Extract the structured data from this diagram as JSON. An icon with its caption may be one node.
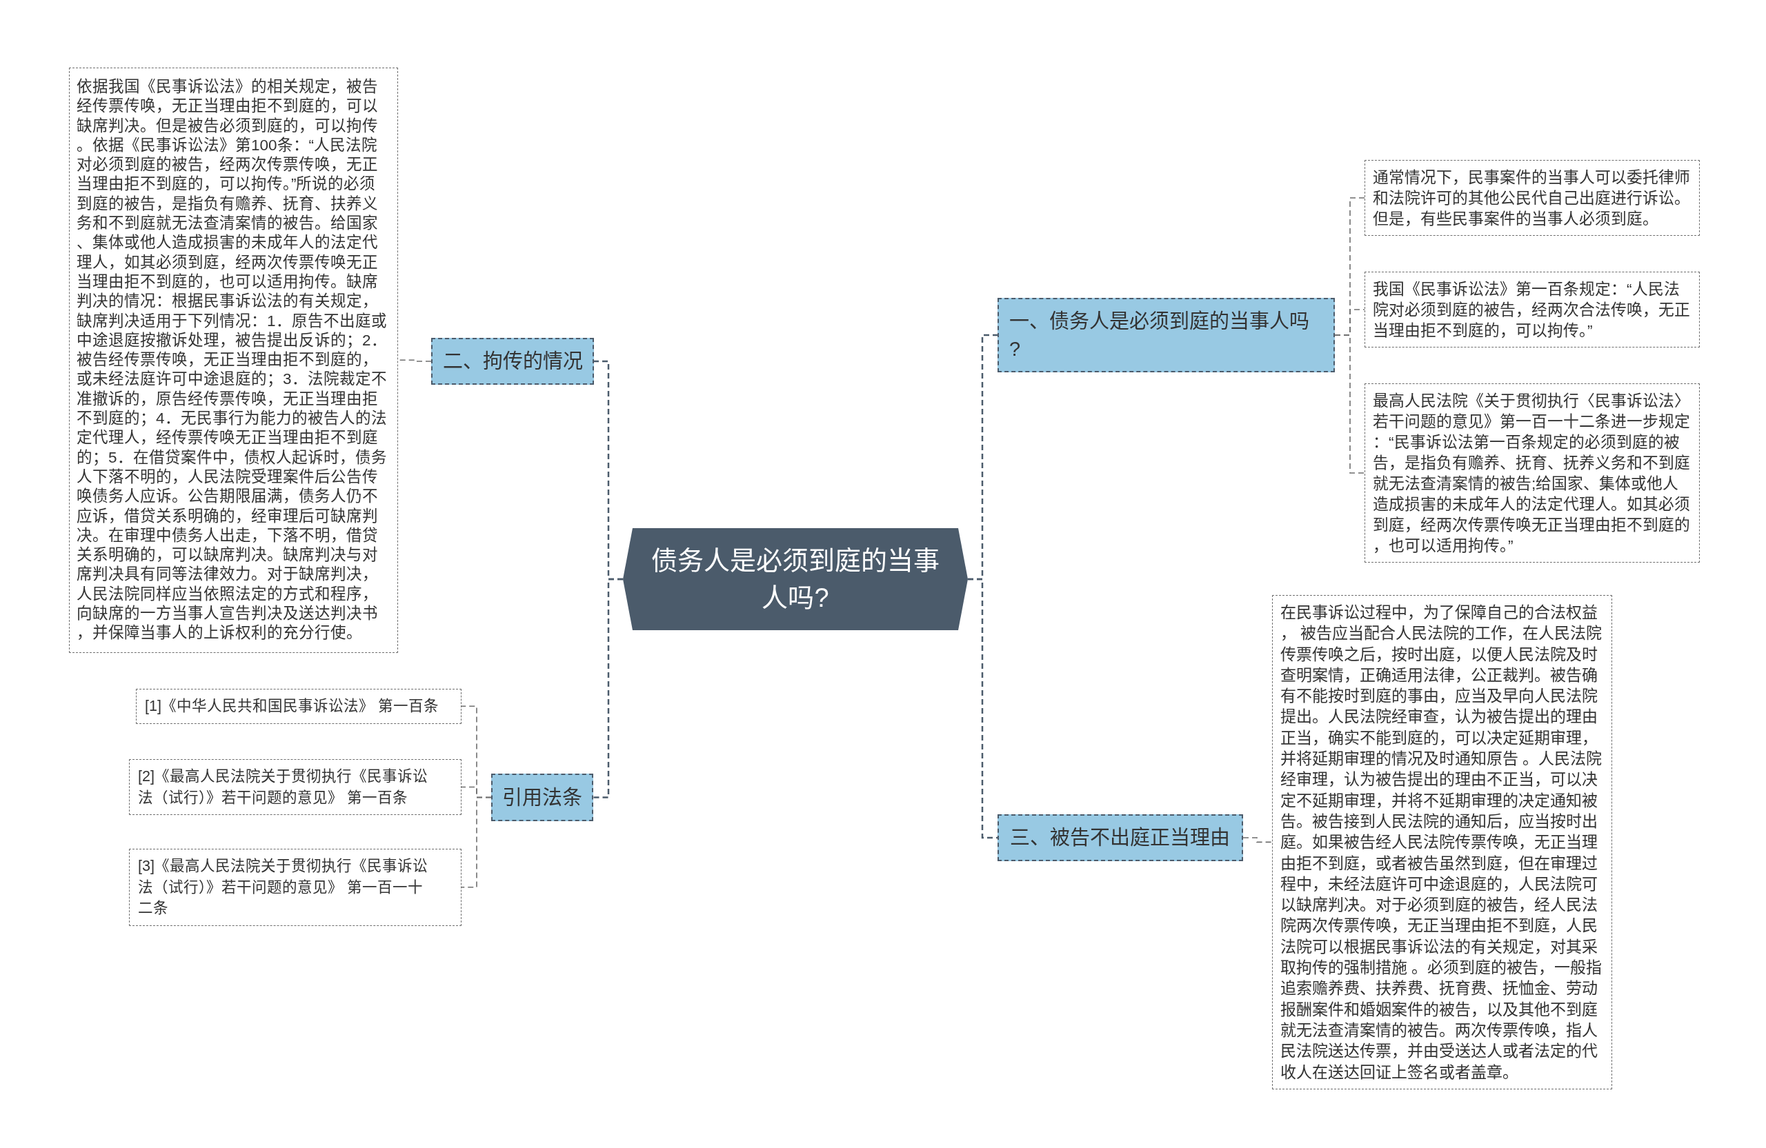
{
  "diagram": {
    "nodes": [
      {
        "text": [
          "债务人是必须到庭的当事人吗?"
        ]
      },
      {
        "text": [
          "二、拘传的情况"
        ]
      },
      {
        "text": [
          "依据我国《民事诉讼法》的相关规定，被告经传票传唤，无正当理由拒不到庭的，可以缺席判决。但是被告必须到庭的，可以拘传。依据《民事诉讼法》第100条：“人民法院对必须到庭的被告，经两次传票传唤，无正当理由拒不到庭的，可以拘传。”所说的必须到庭的被告，是指负有赡养、抚育、扶养义务和不到庭就无法查清案情的被告。给国家、集体或他人造成损害的未成年人的法定代理人，如其必须到庭，经两次传票传唤无正当理由拒不到庭的，也可以适用拘传。缺席判决的情况：根据民事诉讼法的有关规定，缺席判决适用于下列情况：1．原告不出庭或中途退庭按撤诉处理，被告提出反诉的；2．被告经传票传唤，无正当理由拒不到庭的，或未经法庭许可中途退庭的；3．法院裁定不准撤诉的，原告经传票传唤，无正当理由拒不到庭的；4．无民事行为能力的被告人的法定代理人，经传票传唤无正当理由拒不到庭的；5．在借贷案件中，债权人起诉时，债务人下落不明的，人民法院受理案件后公告传唤债务人应诉。公告期限届满，债务人仍不应诉，借贷关系明确的，经审理后可缺席判决。在审理中债务人出走，下落不明，借贷关系明确的，可以缺席判决。缺席判决与对席判决具有同等法律效力。对于缺席判决，人民法院同样应当依照法定的方式和程序，向缺席的一方当事人宣告判决及送达判决书，并保障当事人的上诉权利的充分行使。"
        ]
      },
      {
        "text": [
          "引用法条"
        ]
      },
      {
        "text": [
          "[1]《中华人民共和国民事诉讼法》 第一百条"
        ]
      },
      {
        "text": [
          "[2]《最高人民法院关于贯彻执行《民事诉讼法（试行）》若干问题的意见》 第一百条"
        ]
      },
      {
        "text": [
          "[3]《最高人民法院关于贯彻执行《民事诉讼法（试行）》若干问题的意见》 第一百一十二条"
        ]
      },
      {
        "text": [
          "一、债务人是必须到庭的当事人吗?"
        ]
      },
      {
        "text": [
          "通常情况下，民事案件的当事人可以委托律师和法院许可的其他公民代自己出庭进行诉讼。但是，有些民事案件的当事人必须到庭。"
        ]
      },
      {
        "text": [
          "我国《民事诉讼法》第一百条规定：“人民法院对必须到庭的被告，经两次合法传唤，无正当理由拒不到庭的，可以拘传。”"
        ]
      },
      {
        "text": [
          "最高人民法院《关于贯彻执行〈民事诉讼法〉若干问题的意见》第一百一十二条进一步规定：“民事诉讼法第一百条规定的必须到庭的被告，是指负有赡养、抚育、抚养义务和不到庭就无法查清案情的被告;给国家、集体或他人造成损害的未成年人的法定代理人。如其必须到庭，经两次传票传唤无正当理由拒不到庭的，也可以适用拘传。”"
        ]
      },
      {
        "text": [
          "三、被告不出庭正当理由"
        ]
      },
      {
        "text": [
          "在民事诉讼过程中，为了保障自己的合法权益， 被告应当配合人民法院的工作，在人民法院传票传唤之后，按时出庭，以便人民法院及时查明案情，正确适用法律，公正裁判。被告确有不能按时到庭的事由，应当及早向人民法院提出。人民法院经审查，认为被告提出的理由正当，确实不能到庭的，可以决定延期审理，并将延期审理的情况及时通知原告 。人民法院经审理，认为被告提出的理由不正当，可以决定不延期审理，并将不延期审理的决定通知被告。被告接到人民法院的通知后，应当按时出庭。如果被告经人民法院传票传唤，无正当理由拒不到庭，或者被告虽然到庭，但在审理过程中，未经法庭许可中途退庭的，人民法院可以缺席判决。对于必须到庭的被告，经人民法院两次传票传唤，无正当理由拒不到庭，人民法院可以根据民事诉讼法的有关规定，对其采取拘传的强制措施 。必须到庭的被告，一般指追索赡养费、扶养费、抚育费、抚恤金、劳动报酬案件和婚姻案件的被告，以及其他不到庭就无法查清案情的被告。两次传票传唤，指人民法院送达传票，并由受送达人或者法定的代收人在送达回证上签名或者盖章。"
        ]
      }
    ],
    "edges": [
      {
        "from": 0,
        "to": 1,
        "arrow": "none",
        "style": "dashed"
      },
      {
        "from": 1,
        "to": 2,
        "arrow": "none",
        "style": "dashed"
      },
      {
        "from": 0,
        "to": 3,
        "arrow": "none",
        "style": "dashed"
      },
      {
        "from": 3,
        "to": 4,
        "arrow": "none",
        "style": "dashed"
      },
      {
        "from": 3,
        "to": 5,
        "arrow": "none",
        "style": "dashed"
      },
      {
        "from": 3,
        "to": 6,
        "arrow": "none",
        "style": "dashed"
      },
      {
        "from": 0,
        "to": 7,
        "arrow": "none",
        "style": "dashed"
      },
      {
        "from": 7,
        "to": 8,
        "arrow": "none",
        "style": "dashed"
      },
      {
        "from": 7,
        "to": 9,
        "arrow": "none",
        "style": "dashed"
      },
      {
        "from": 7,
        "to": 10,
        "arrow": "none",
        "style": "dashed"
      },
      {
        "from": 0,
        "to": 11,
        "arrow": "none",
        "style": "dashed"
      },
      {
        "from": 11,
        "to": 12,
        "arrow": "none",
        "style": "dashed"
      }
    ]
  }
}
